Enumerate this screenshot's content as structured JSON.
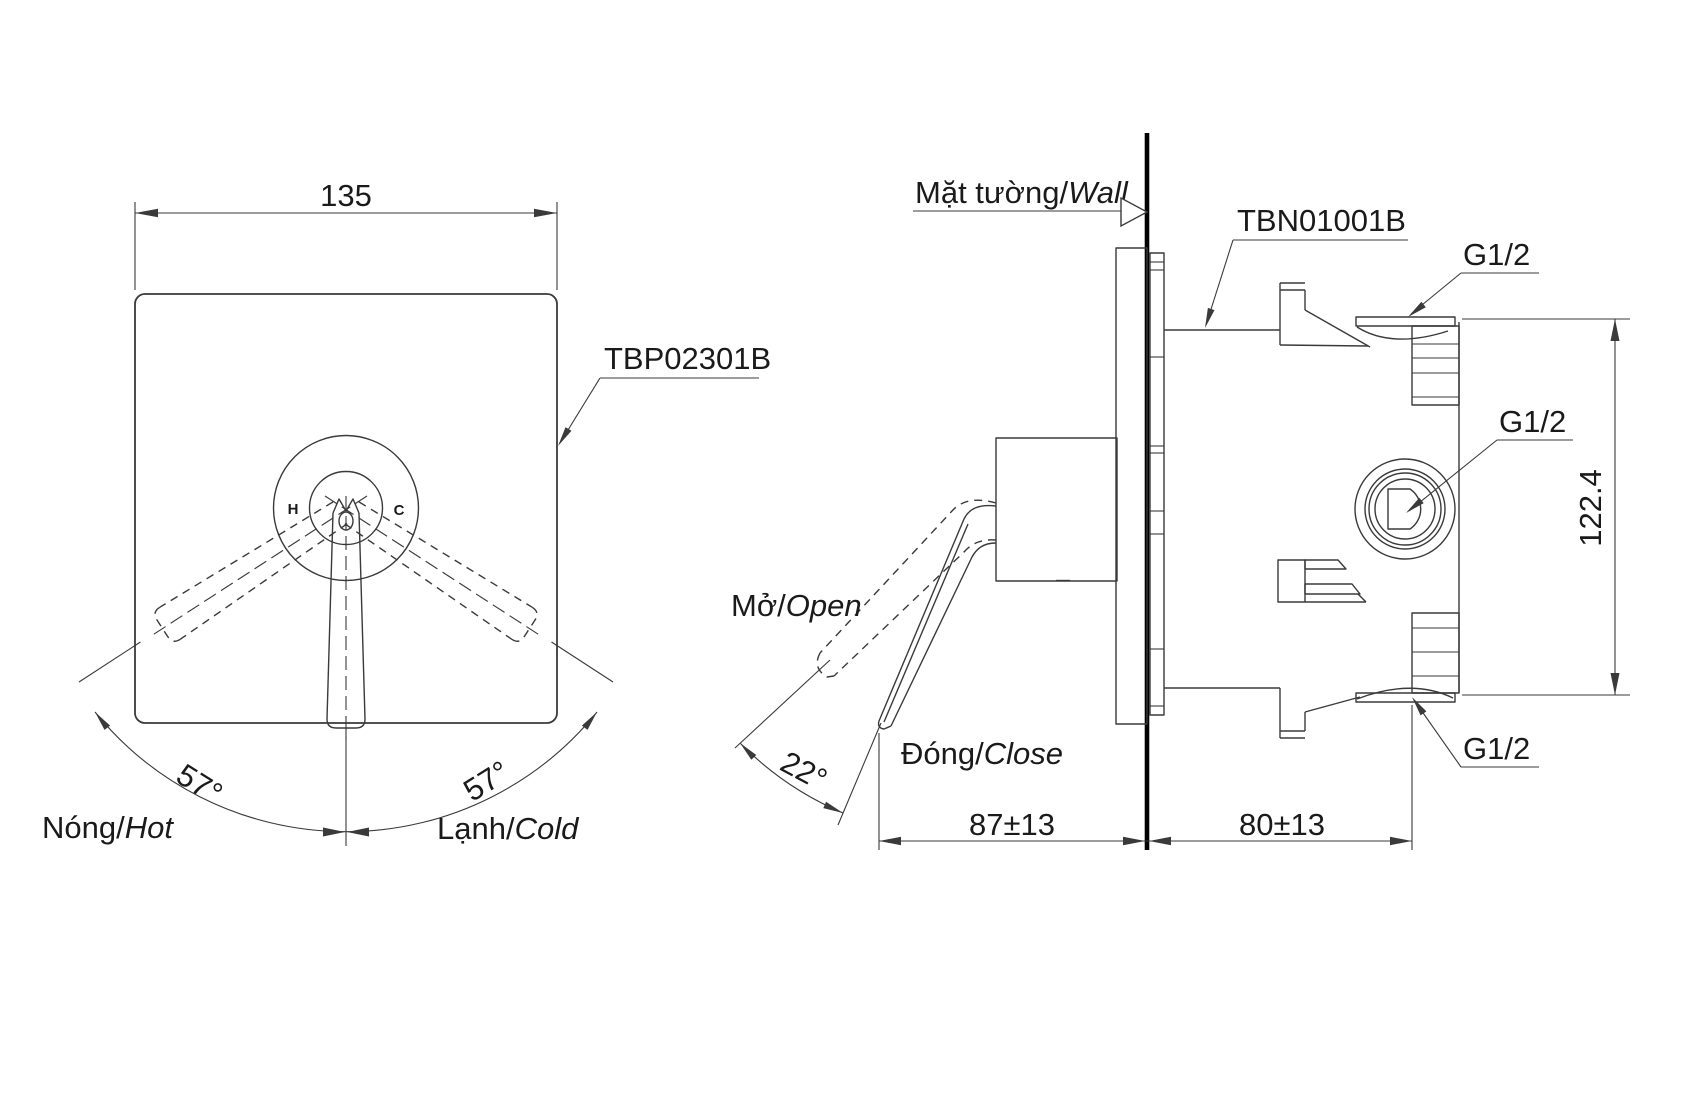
{
  "front_view": {
    "part_code": "TBP02301B",
    "width_mm": "135",
    "swing_left": "57°",
    "swing_right": "57°",
    "hot": {
      "vi": "Nóng/",
      "en": "Hot"
    },
    "cold": {
      "vi": "Lạnh/",
      "en": "Cold"
    },
    "port_hot": "H",
    "port_cold": "C"
  },
  "side_view": {
    "part_code": "TBN01001B",
    "wall": {
      "vi": "Mặt tường/",
      "en": "Wall"
    },
    "open": {
      "vi": "Mở/",
      "en": "Open"
    },
    "close": {
      "vi": "Đóng/",
      "en": "Close"
    },
    "open_angle": "22°",
    "front_depth": "87±13",
    "back_depth": "80±13",
    "body_height": "122.4",
    "thread_top": "G1/2",
    "thread_center": "G1/2",
    "thread_bottom": "G1/2"
  },
  "colors": {
    "line": "#3a3a3a",
    "thick_line": "#000000",
    "background": "#ffffff"
  }
}
